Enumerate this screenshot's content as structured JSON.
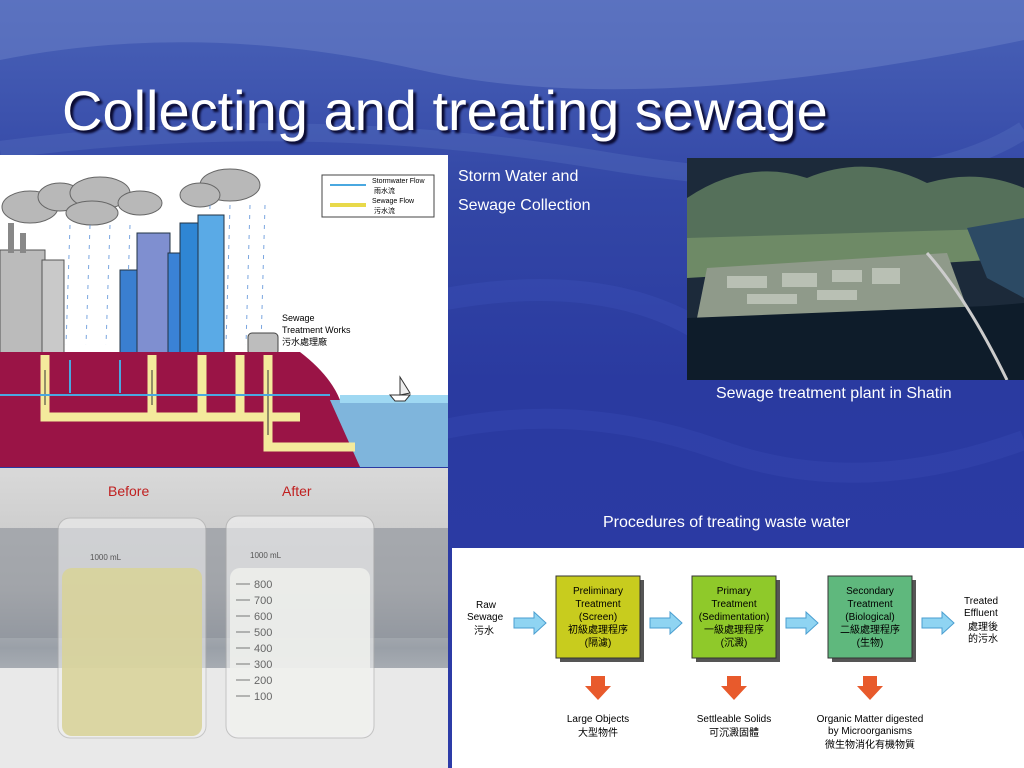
{
  "slide": {
    "title": "Collecting and treating sewage"
  },
  "storm": {
    "caption_line1": "Storm Water and",
    "caption_line2": "Sewage Collection",
    "legend": {
      "stormwater_en": "Stormwater Flow",
      "stormwater_zh": "雨水流",
      "sewage_en": "Sewage Flow",
      "sewage_zh": "污水流"
    },
    "works_line1": "Sewage",
    "works_line2": "Treatment Works",
    "works_zh": "污水處理廠"
  },
  "plant": {
    "caption": "Sewage treatment plant in Shatin"
  },
  "beakers": {
    "before": "Before",
    "after": "After",
    "scale_top": "1000 mL",
    "scale": [
      "800",
      "700",
      "600",
      "500",
      "400",
      "300",
      "200",
      "100"
    ]
  },
  "procedures": {
    "caption": "Procedures of treating waste water",
    "raw_en1": "Raw",
    "raw_en2": "Sewage",
    "raw_zh": "污水",
    "treated_en1": "Treated",
    "treated_en2": "Effluent",
    "treated_zh1": "處理後",
    "treated_zh2": "的污水",
    "stages": [
      {
        "l1": "Preliminary",
        "l2": "Treatment",
        "l3": "(Screen)",
        "zh1": "初級處理程序",
        "zh2": "(隔濾)",
        "out_en1": "Large Objects",
        "out_en2": "",
        "out_zh": "大型物件"
      },
      {
        "l1": "Primary",
        "l2": "Treatment",
        "l3": "(Sedimentation)",
        "zh1": "一級處理程序",
        "zh2": "(沉澱)",
        "out_en1": "Settleable Solids",
        "out_en2": "",
        "out_zh": "可沉澱固體"
      },
      {
        "l1": "Secondary",
        "l2": "Treatment",
        "l3": "(Biological)",
        "zh1": "二級處理程序",
        "zh2": "(生物)",
        "out_en1": "Organic Matter digested",
        "out_en2": "by Microorganisms",
        "out_zh": "微生物消化有機物質"
      }
    ]
  },
  "colors": {
    "bg": "#2b3aa4",
    "stage1": "#c8cc1e",
    "stage2": "#8fc92a",
    "stage3": "#5fb87d",
    "arrow": "#e85a2c",
    "ground": "#9a1446"
  }
}
